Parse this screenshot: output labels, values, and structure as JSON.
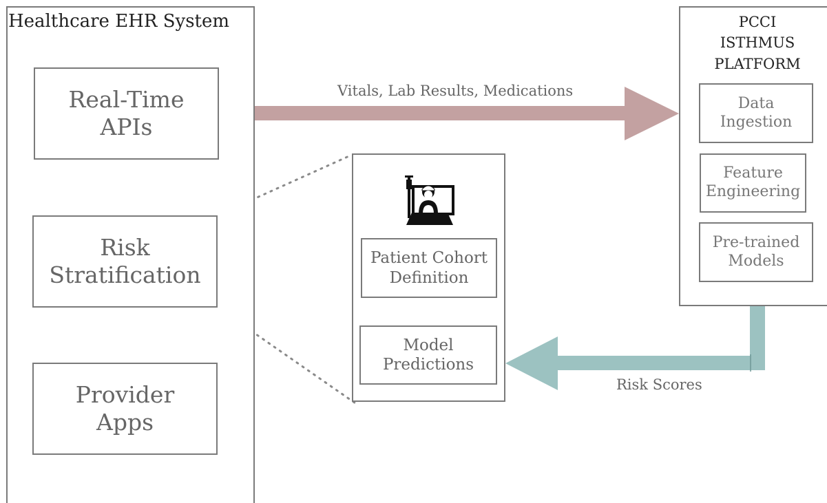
{
  "ehr": {
    "title": "Healthcare EHR System",
    "boxes": {
      "realtime_apis": "Real-Time\nAPIs",
      "risk_stratification": "Risk\nStratification",
      "provider_apps": "Provider\nApps"
    }
  },
  "middle": {
    "icon": "patient-bed-icon",
    "boxes": {
      "cohort": "Patient Cohort\nDefinition",
      "predictions": "Model\nPredictions"
    }
  },
  "pcci": {
    "title": "PCCI\nISTHMUS\nPLATFORM",
    "boxes": {
      "ingestion": "Data\nIngestion",
      "feature_engineering": "Feature\nEngineering",
      "pretrained": "Pre-trained\nModels"
    }
  },
  "flows": {
    "to_platform": "Vitals, Lab Results, Medications",
    "to_ehr": "Risk Scores"
  },
  "colors": {
    "to_platform_arrow": "#c3a1a1",
    "to_ehr_arrow": "#9cc2c1",
    "border": "#7a7a7a"
  }
}
